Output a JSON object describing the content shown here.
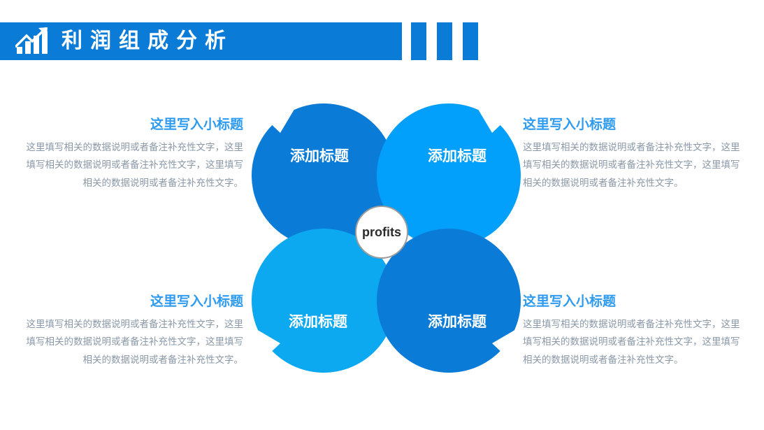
{
  "header": {
    "title": "利润组成分析",
    "icon": "growth-chart-icon",
    "bar_color": "#0b7bd8",
    "accent_blocks": 3
  },
  "diagram": {
    "center_label": "profits",
    "center_border_color": "#9b9b9b",
    "petals": [
      {
        "position": "top-left",
        "label": "添加标题",
        "color": "#0b7bd8"
      },
      {
        "position": "top-right",
        "label": "添加标题",
        "color": "#03a0fb"
      },
      {
        "position": "bottom-left",
        "label": "添加标题",
        "color": "#0ca9f0"
      },
      {
        "position": "bottom-right",
        "label": "添加标题",
        "color": "#0b7bd8"
      }
    ]
  },
  "text_blocks": [
    {
      "position": "top-left",
      "heading": "这里写入小标题",
      "body": "这里填写相关的数据说明或者备注补充性文字，这里填写相关的数据说明或者备注补充性文字，这里填写相关的数据说明或者备注补充性文字。"
    },
    {
      "position": "top-right",
      "heading": "这里写入小标题",
      "body": "这里填写相关的数据说明或者备注补充性文字，这里填写相关的数据说明或者备注补充性文字，这里填写相关的数据说明或者备注补充性文字。"
    },
    {
      "position": "bottom-left",
      "heading": "这里写入小标题",
      "body": "这里填写相关的数据说明或者备注补充性文字，这里填写相关的数据说明或者备注补充性文字，这里填写相关的数据说明或者备注补充性文字。"
    },
    {
      "position": "bottom-right",
      "heading": "这里写入小标题",
      "body": "这里填写相关的数据说明或者备注补充性文字，这里填写相关的数据说明或者备注补充性文字，这里填写相关的数据说明或者备注补充性文字。"
    }
  ],
  "colors": {
    "brand_blue": "#0b7bd8",
    "light_blue": "#03a0fb",
    "cyan_blue": "#0ca9f0",
    "heading_blue": "#2e9bf0",
    "body_gray": "#8a98a8"
  }
}
